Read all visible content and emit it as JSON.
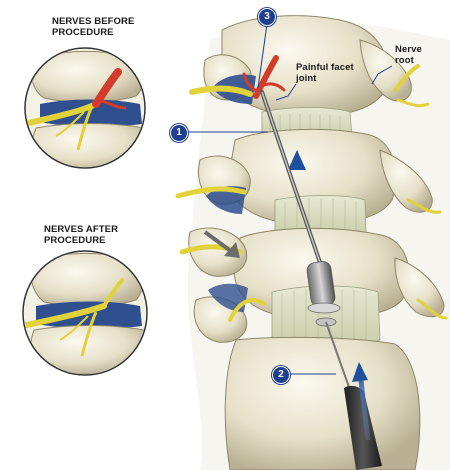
{
  "labels": {
    "before": "NERVES BEFORE\nPROCEDURE",
    "after": "NERVES AFTER\nPROCEDURE",
    "facet": "Painful facet\njoint",
    "nerve_root": "Nerve\nroot"
  },
  "callouts": {
    "one": "1",
    "two": "2",
    "three": "3"
  },
  "colors": {
    "bone": "#e9e4cf",
    "disc": "#d8dcc0",
    "nerve": "#e2d23a",
    "inflamed_nerve": "#d43b2a",
    "ligament": "#2f4f8f",
    "callout": "#1f3f8f",
    "probe": "#3a3a3a"
  }
}
